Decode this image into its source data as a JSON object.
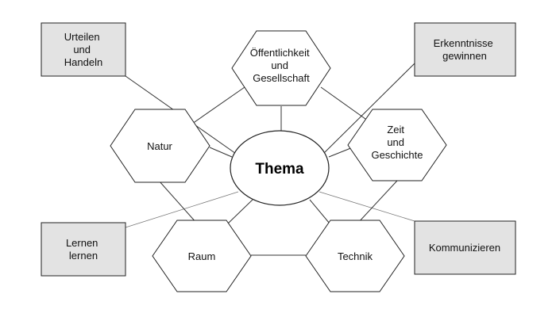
{
  "diagram": {
    "center": {
      "label": "Thema"
    },
    "hexagons": [
      {
        "key": "oeffentlichkeit",
        "lines": [
          "Öffentlichkeit",
          "und",
          "Gesellschaft"
        ]
      },
      {
        "key": "natur",
        "lines": [
          "Natur"
        ]
      },
      {
        "key": "zeit",
        "lines": [
          "Zeit",
          "und",
          "Geschichte"
        ]
      },
      {
        "key": "raum",
        "lines": [
          "Raum"
        ]
      },
      {
        "key": "technik",
        "lines": [
          "Technik"
        ]
      }
    ],
    "boxes": [
      {
        "key": "urteilen",
        "lines": [
          "Urteilen",
          "und",
          "Handeln"
        ]
      },
      {
        "key": "erkenntnisse",
        "lines": [
          "Erkenntnisse",
          "gewinnen"
        ]
      },
      {
        "key": "lernen",
        "lines": [
          "Lernen",
          "lernen"
        ]
      },
      {
        "key": "kommunizieren",
        "lines": [
          "Kommunizieren"
        ]
      }
    ],
    "colors": {
      "box_fill": "#e3e3e3",
      "stroke": "#222222",
      "background": "#ffffff"
    }
  }
}
